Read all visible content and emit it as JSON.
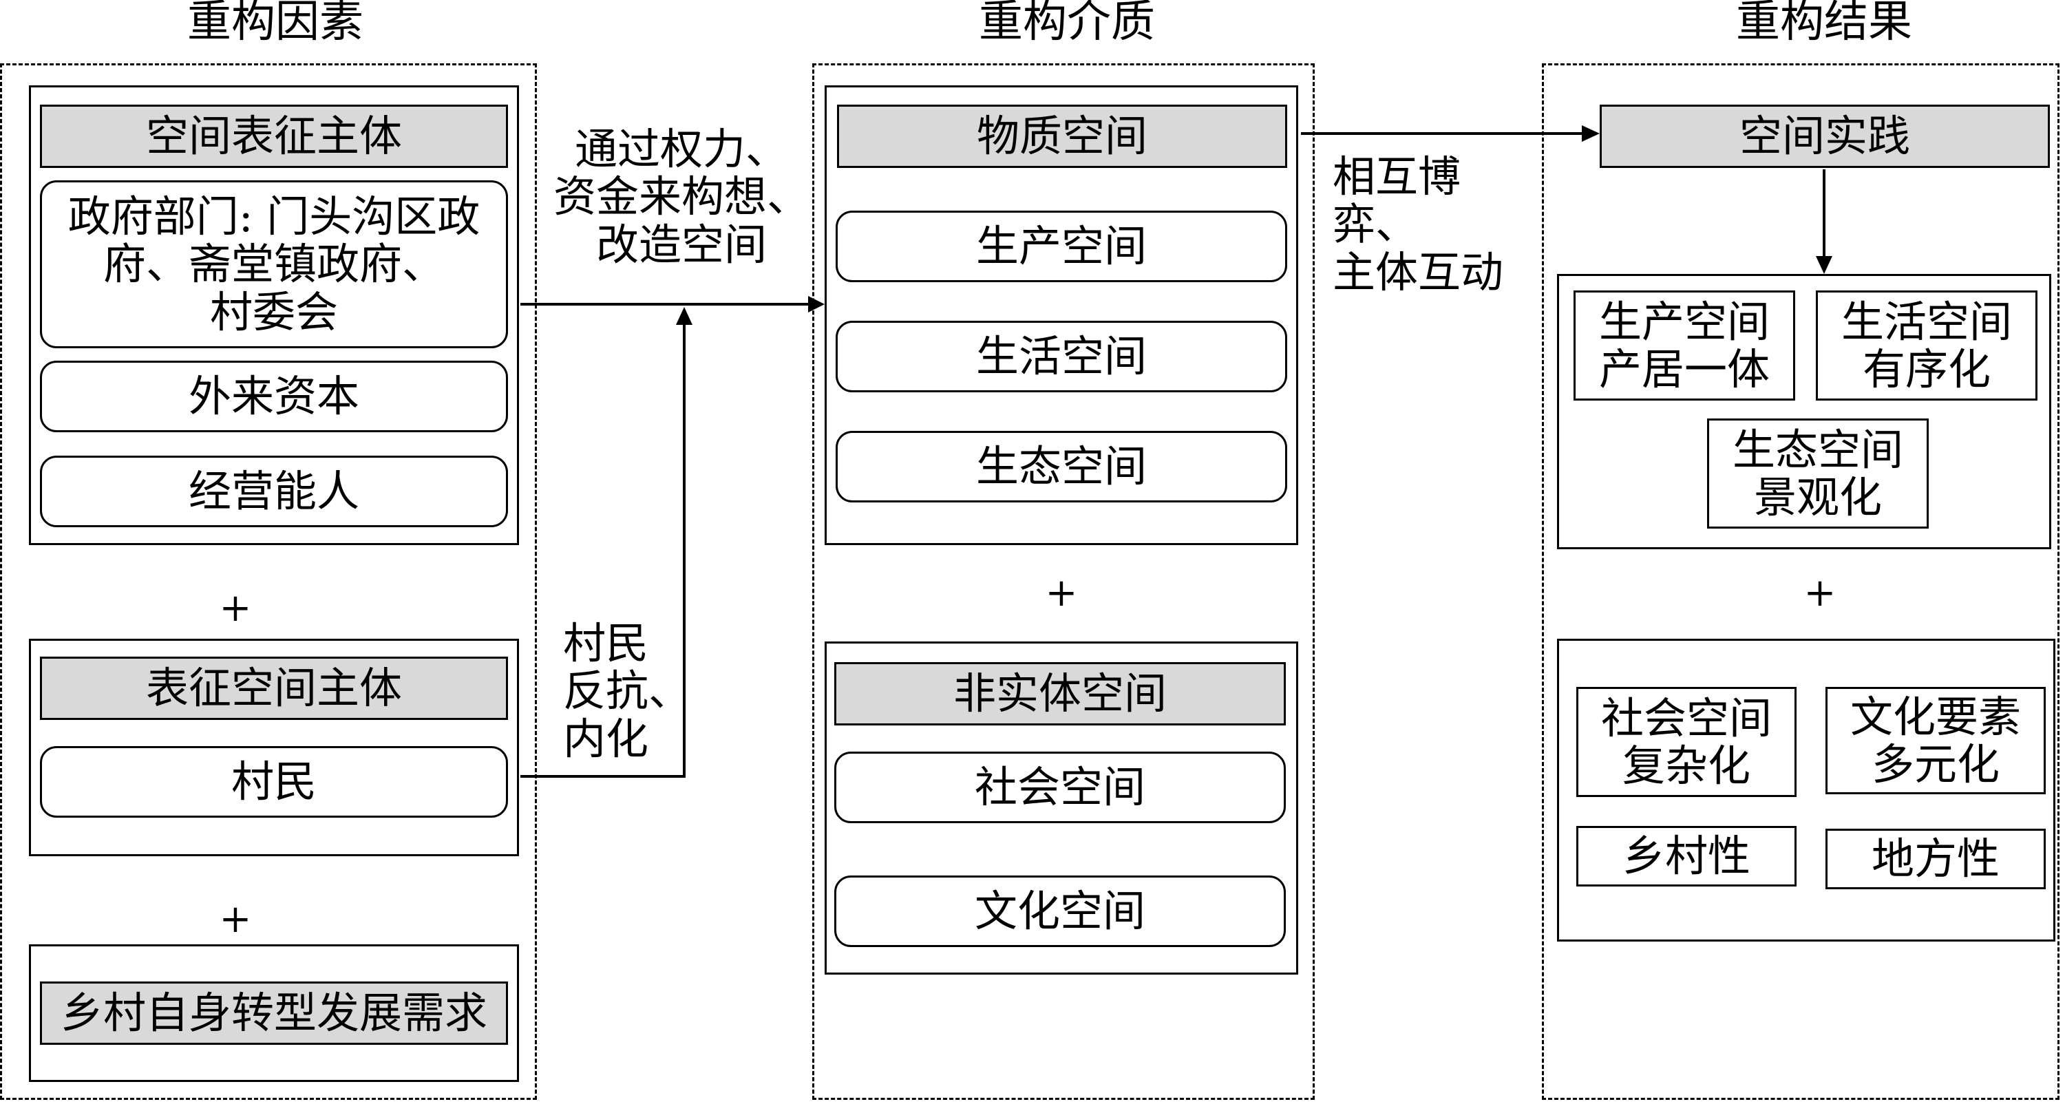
{
  "columns": {
    "factors": {
      "title": "重构因素",
      "group1": {
        "header": "空间表征主体",
        "items": [
          "政府部门: 门头沟区政\n府、斋堂镇政府、\n村委会",
          "外来资本",
          "经营能人"
        ]
      },
      "group2": {
        "header": "表征空间主体",
        "items": [
          "村民"
        ]
      },
      "group3": {
        "header": "乡村自身转型发展需求"
      }
    },
    "medium": {
      "title": "重构介质",
      "group1": {
        "header": "物质空间",
        "items": [
          "生产空间",
          "生活空间",
          "生态空间"
        ]
      },
      "group2": {
        "header": "非实体空间",
        "items": [
          "社会空间",
          "文化空间"
        ]
      }
    },
    "results": {
      "title": "重构结果",
      "practice": "空间实践",
      "group1": {
        "items": [
          "生产空间\n产居一体",
          "生活空间\n有序化",
          "生态空间\n景观化"
        ]
      },
      "group2": {
        "items": [
          "社会空间\n复杂化",
          "文化要素\n多元化",
          "乡村性",
          "地方性"
        ]
      }
    }
  },
  "connectors": {
    "power": "通过权力、\n资金来构想、\n改造空间",
    "villagers": "村民\n反抗、\n内化",
    "interaction": "相互博弈、\n主体互动"
  },
  "plus": "+"
}
